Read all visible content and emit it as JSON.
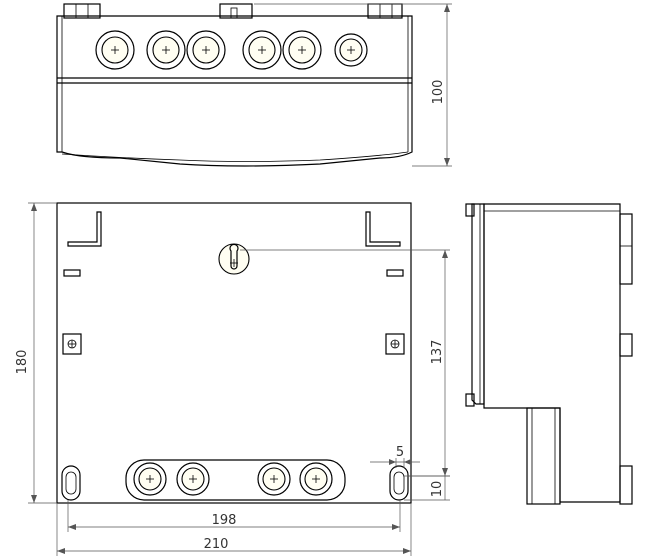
{
  "dimensions": {
    "height_top_view": "100",
    "height_front": "180",
    "mount_height": "137",
    "slot_offset": "5",
    "slot_height": "10",
    "mount_width": "198",
    "overall_width": "210"
  }
}
